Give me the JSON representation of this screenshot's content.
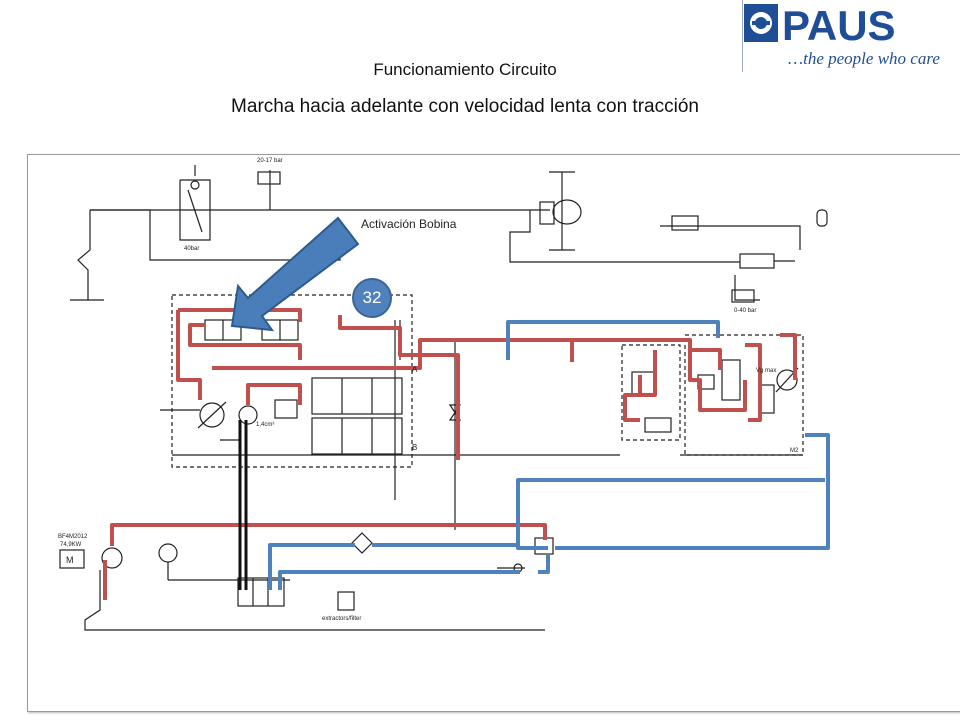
{
  "slide": {
    "title": "Funcionamiento Circuito",
    "subtitle": "Marcha hacia adelante con velocidad lenta con tracción"
  },
  "logo": {
    "brand": "PAUS",
    "tagline": "…the people who care",
    "color": "#1f4e96"
  },
  "callout": {
    "text": "Activación Bobina",
    "arrow_color": "#4a7ebb"
  },
  "badge": {
    "number": "32",
    "color": "#4f81bd"
  },
  "diagram_labels": {
    "pressure_top": "20-17 bar",
    "relief_valve": "40bar",
    "pressure_gauge": "0-40 bar",
    "vg_max": "Vg max",
    "motor": "M",
    "engine_model": "BF4M2012",
    "engine_power": "74,9KW",
    "port_a": "A",
    "port_b": "B",
    "port_m2": "M2",
    "displacement": "1,4cm³",
    "filter_caption": "extractors/filter"
  },
  "colors": {
    "pressure_line": "#c0504d",
    "return_line": "#4f81bd"
  }
}
